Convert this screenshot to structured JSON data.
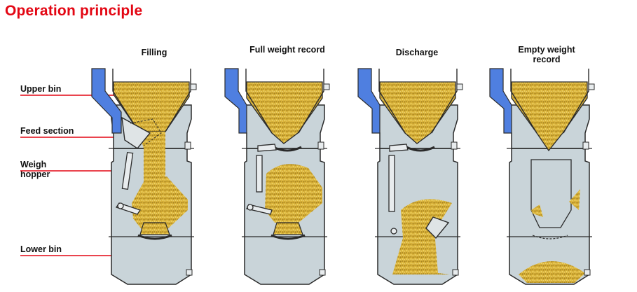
{
  "title": "Operation principle",
  "stages": [
    {
      "label": "Filling"
    },
    {
      "label": "Full weight record"
    },
    {
      "label": "Discharge"
    },
    {
      "label": "Empty weight\nrecord"
    }
  ],
  "side_labels": [
    "Upper bin",
    "Feed section",
    "Weigh\nhopper",
    "Lower bin"
  ],
  "colors": {
    "title": "#e30613",
    "pointer": "#e30613",
    "grain": "#d9b23a",
    "grain_dark": "#a8841c",
    "grain_light": "#f1d768",
    "bin": "#c9d4d9",
    "outline": "#2b2b2b",
    "chute": "#4f7fe0"
  }
}
